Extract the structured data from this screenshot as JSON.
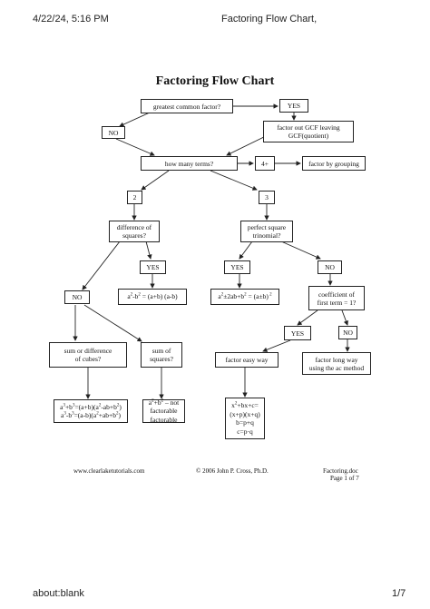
{
  "browser_header": {
    "datetime": "4/22/24, 5:16 PM",
    "page_title": "Factoring Flow Chart,"
  },
  "browser_footer": {
    "url": "about:blank",
    "page_count": "1/7"
  },
  "document": {
    "title": "Factoring Flow Chart",
    "nodes": {
      "gcf_question": "greatest common factor?",
      "gcf_yes": "YES",
      "gcf_no": "NO",
      "factor_out_gcf_1": "factor out GCF leaving",
      "factor_out_gcf_2": "GCF(quotient)",
      "how_many_terms": "how many terms?",
      "four_plus": "4+",
      "factor_by_grouping": "factor by grouping",
      "two_terms": "2",
      "three_terms": "3",
      "diff_squares_1": "difference of",
      "diff_squares_2": "squares?",
      "diff_squares_yes": "YES",
      "diff_squares_no": "NO",
      "perfect_square_1": "perfect square",
      "perfect_square_2": "trinomial?",
      "perfect_square_yes": "YES",
      "perfect_square_no": "NO",
      "sum_diff_cubes_1": "sum or difference",
      "sum_diff_cubes_2": "of cubes?",
      "sum_squares_1": "sum of",
      "sum_squares_2": "squares?",
      "coefficient_1": "coefficient of",
      "coefficient_2": "first term = 1?",
      "coefficient_yes": "YES",
      "coefficient_no": "NO",
      "factor_easy_way": "factor easy way",
      "factor_long_way_1": "factor long way",
      "factor_long_way_2": "using the ac method",
      "sum_squares_result": "– not factorable",
      "easy_way_result_2": "(x+p)(x+q)",
      "easy_way_result_3": "b=p+q",
      "easy_way_result_4": "c=p·q"
    },
    "footer": {
      "website": "www.clearlaketutorials.com",
      "copyright": "© 2006 John P. Cross, Ph.D.",
      "filename": "Factoring.doc",
      "page": "Page 1 of 7"
    }
  }
}
